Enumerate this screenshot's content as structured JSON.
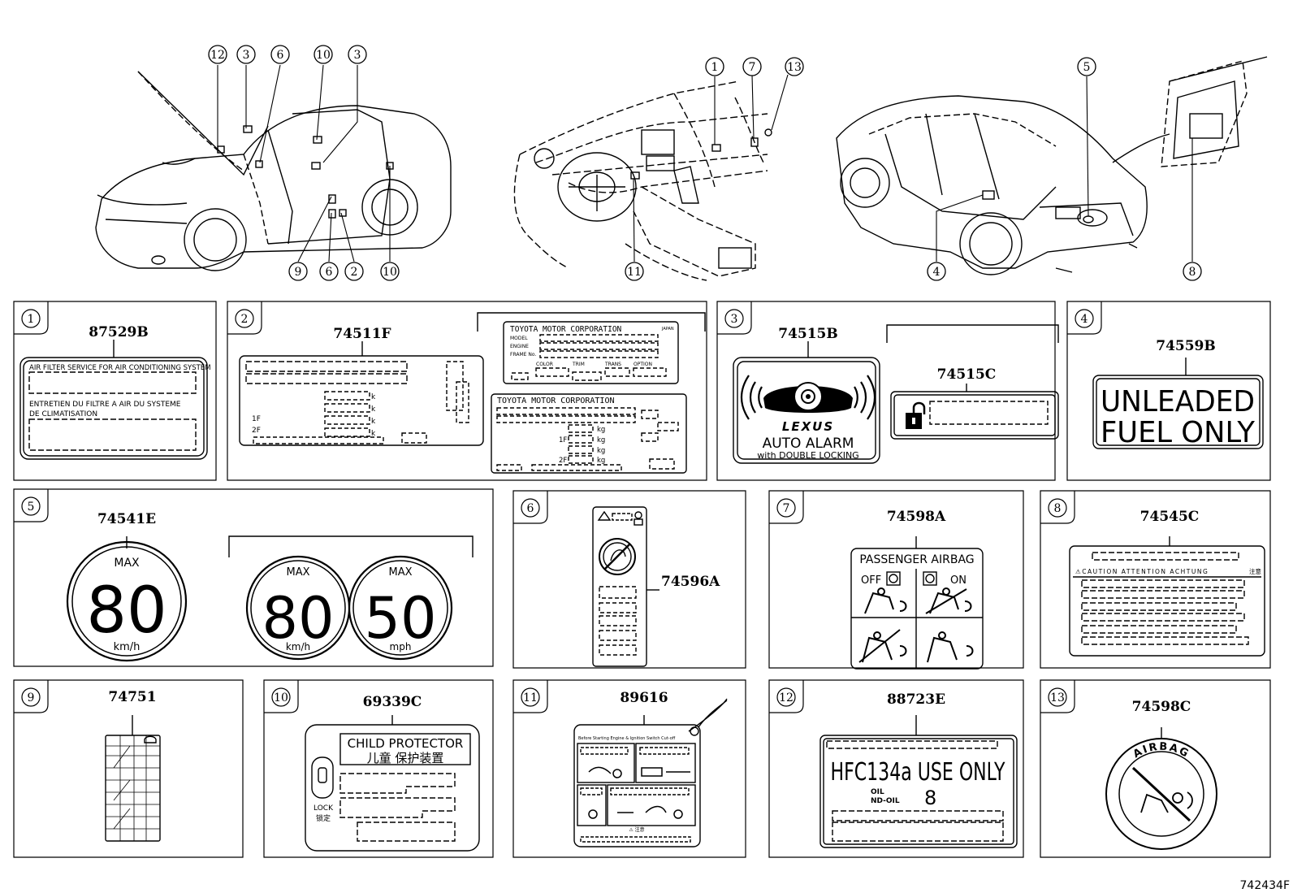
{
  "callouts": {
    "car1": [
      "12",
      "3",
      "6",
      "10",
      "3",
      "9",
      "6",
      "2",
      "10"
    ],
    "car2": [
      "1",
      "7",
      "13",
      "11"
    ],
    "car3": [
      "5",
      "4",
      "8"
    ]
  },
  "panels": [
    {
      "num": "1",
      "part": "87529B"
    },
    {
      "num": "2",
      "part": "74511F"
    },
    {
      "num": "3",
      "part": "74515B"
    },
    {
      "num": "4",
      "part": "74559B"
    },
    {
      "num": "5",
      "part": "74541E"
    },
    {
      "num": "6",
      "part": "74596A"
    },
    {
      "num": "7",
      "part": "74598A"
    },
    {
      "num": "8",
      "part": "74545C"
    },
    {
      "num": "9",
      "part": "74751"
    },
    {
      "num": "10",
      "part": "69339C"
    },
    {
      "num": "11",
      "part": "89616"
    },
    {
      "num": "12",
      "part": "88723E"
    },
    {
      "num": "13",
      "part": "74598C"
    }
  ],
  "label1": {
    "line1": "AIR FILTER SERVICE FOR AIR CONDITIONING SYSTEM",
    "line2": "ENTRETIEN DU FILTRE A AIR DU SYSTEME",
    "line3": "DE CLIMATISATION"
  },
  "label2": {
    "corp_top": "TOYOTA MOTOR CORPORATION",
    "japan": "JAPAN",
    "model": "MODEL",
    "engine": "ENGINE",
    "frame": "FRAME No.",
    "color": "COLOR",
    "trim": "TRIM",
    "trans": "TRANS",
    "option": "OPTION",
    "corp_bottom": "TOYOTA MOTOR CORPORATION",
    "kg": "kg",
    "k": "k",
    "g": "g",
    "row_1f": "1F",
    "row_2f": "2F",
    "row_1": "1",
    "row_2": "2"
  },
  "label3": {
    "part_b2": "74515C",
    "brand": "LEXUS",
    "alarm": "AUTO ALARM",
    "sub": "with DOUBLE LOCKING"
  },
  "label4": {
    "line1": "UNLEADED",
    "line2": "FUEL ONLY"
  },
  "label5": {
    "max": "MAX",
    "speed1": "80",
    "unit1": "km/h",
    "speed2": "80",
    "unit2": "km/h",
    "speed3": "50",
    "unit3": "mph"
  },
  "label7": {
    "title": "PASSENGER AIRBAG",
    "off": "OFF",
    "on": "ON"
  },
  "label8": {
    "caution": "⚠CAUTION  ATTENTION  ACHTUNG  ",
    "mark": "注意"
  },
  "label10": {
    "title": "CHILD  PROTECTOR",
    "title_cn": "儿童  保护装置",
    "lock": "LOCK",
    "lock_cn": "锁定"
  },
  "label11": {
    "title": "Before Starting Engine & Ignition Switch Cut-off",
    "warn": "⚠ 注意"
  },
  "label12": {
    "title": "HFC134a USE ONLY",
    "oil1": "OIL",
    "oil2": "ND-OIL",
    "oil_val": "8"
  },
  "label13": {
    "text": "AIRBAG"
  },
  "footer": {
    "diagram_id": "742434F"
  }
}
